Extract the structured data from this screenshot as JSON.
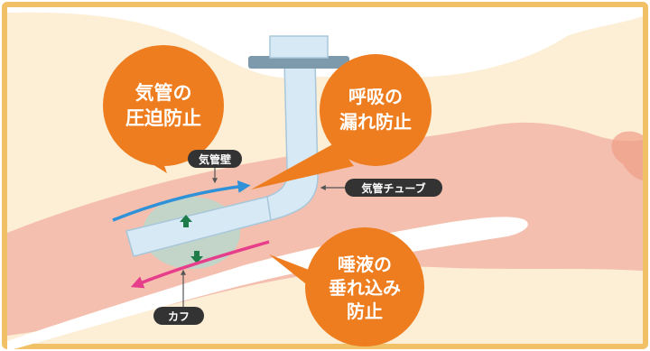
{
  "callouts": {
    "compression": [
      "気管の",
      "圧迫防止"
    ],
    "leak": [
      "呼吸の",
      "漏れ防止"
    ],
    "saliva": [
      "唾液の",
      "垂れ込み",
      "防止"
    ]
  },
  "labels": {
    "tracheal_wall": "気管壁",
    "tracheal_tube": "気管チューブ",
    "cuff": "カフ"
  },
  "colors": {
    "frame": "#f2c067",
    "background": "#fdeed6",
    "tissue": "#f4bfae",
    "tissue_dark": "#ef9e88",
    "tube": "#d7e9f5",
    "cuff": "#b9d8cc",
    "callout": "#ee7d1f",
    "label_tag": "#333333",
    "arrow_blue": "#2f92d8",
    "arrow_pink": "#e63e8a",
    "arrow_green": "#1e7c4a"
  }
}
